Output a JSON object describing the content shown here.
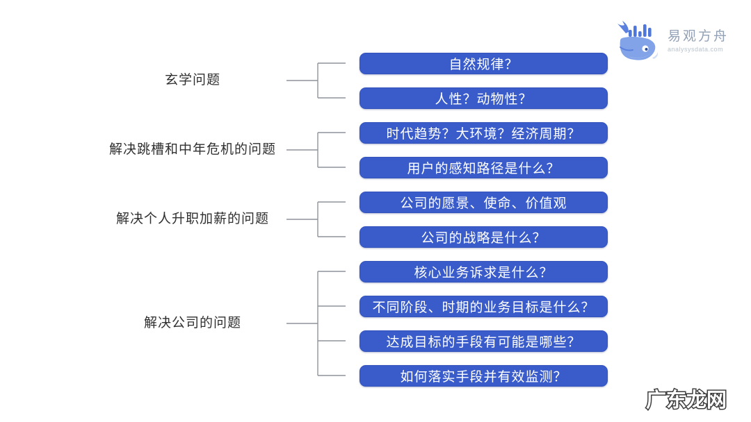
{
  "logo": {
    "brand": "易观方舟",
    "domain": "analysysdata.com",
    "icon": "whale-with-barchart"
  },
  "watermark": {
    "text": "广东龙网"
  },
  "diagram": {
    "groups": [
      {
        "label": "玄学问题",
        "items": [
          "自然规律？",
          "人性？动物性？"
        ]
      },
      {
        "label": "解决跳槽和中年危机的问题",
        "items": [
          "时代趋势？大环境？经济周期？",
          "用户的感知路径是什么？"
        ]
      },
      {
        "label": "解决个人升职加薪的问题",
        "items": [
          "公司的愿景、使命、价值观",
          "公司的战略是什么？"
        ]
      },
      {
        "label": "解决公司的问题",
        "items": [
          "核心业务诉求是什么？",
          "不同阶段、时期的业务目标是什么？",
          "达成目标的手段有可能是哪些？",
          "如何落实手段并有效监测？"
        ]
      }
    ],
    "colors": {
      "node_fill": "#3a5ccb",
      "node_text": "#ffffff",
      "connector_line": "#8e939b",
      "label_text": "#2f2f2f"
    }
  }
}
